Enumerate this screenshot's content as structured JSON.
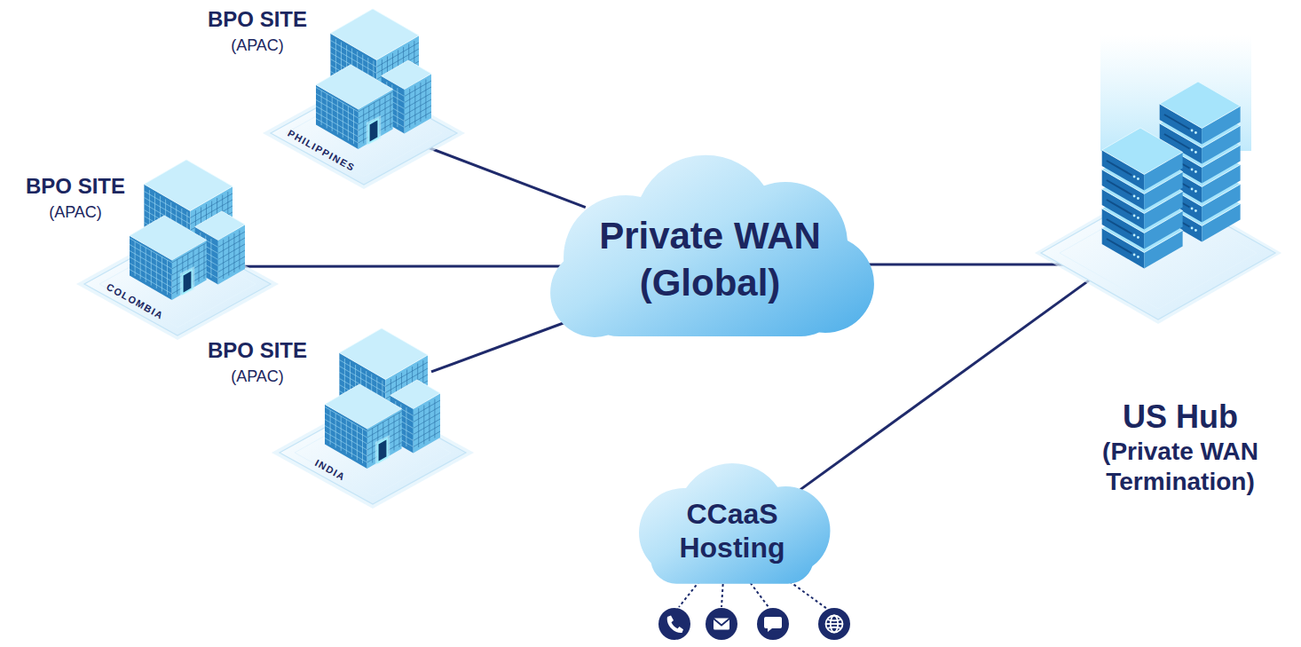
{
  "diagram": {
    "nodes": [
      {
        "text": [
          "BPO SITE",
          "(APAC)",
          "PHILIPPINES"
        ]
      },
      {
        "text": [
          "BPO SITE",
          "(APAC)",
          "COLOMBIA"
        ]
      },
      {
        "text": [
          "BPO SITE",
          "(APAC)",
          "INDIA"
        ]
      },
      {
        "text": [
          "Private WAN (Global)"
        ]
      },
      {
        "text": [
          "US Hub",
          "(Private WAN Termination)"
        ]
      },
      {
        "text": [
          "CCaaS Hosting"
        ]
      }
    ],
    "edges": [
      {
        "from": 0,
        "to": 3,
        "arrow": "none"
      },
      {
        "from": 1,
        "to": 3,
        "arrow": "none"
      },
      {
        "from": 2,
        "to": 3,
        "arrow": "none"
      },
      {
        "from": 3,
        "to": 4,
        "arrow": "none"
      },
      {
        "from": 5,
        "to": 4,
        "arrow": "none"
      }
    ]
  }
}
